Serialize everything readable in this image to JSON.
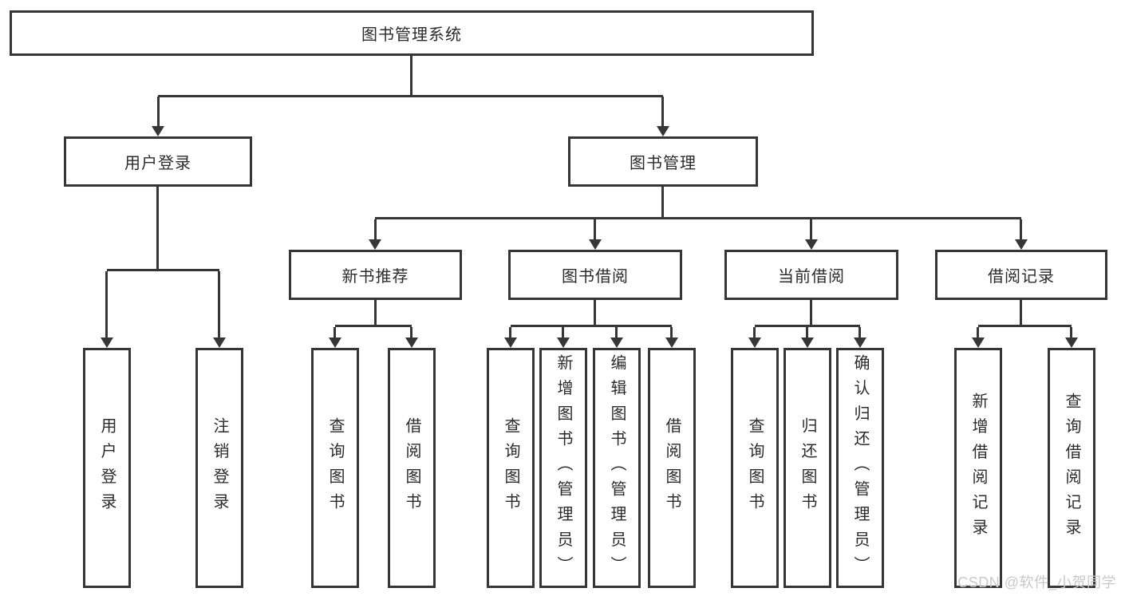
{
  "diagram": {
    "root": {
      "label": "图书管理系统"
    },
    "branches": {
      "user_login": {
        "label": "用户登录",
        "children": [
          "用户登录",
          "注销登录"
        ]
      },
      "book_mgmt": {
        "label": "图书管理",
        "children": {
          "new_books": {
            "label": "新书推荐",
            "children": [
              "查询图书",
              "借阅图书"
            ]
          },
          "borrowing": {
            "label": "图书借阅",
            "children": [
              "查询图书",
              "新增图书（管理员）",
              "编辑图书（管理员）",
              "借阅图书"
            ]
          },
          "current": {
            "label": "当前借阅",
            "children": [
              "查询图书",
              "归还图书",
              "确认归还（管理员）"
            ]
          },
          "records": {
            "label": "借阅记录",
            "children": [
              "新增借阅记录",
              "查询借阅记录"
            ]
          }
        }
      }
    },
    "watermark": "CSDN @软件_小贺同学",
    "colors": {
      "line": "#363636",
      "text": "#2b2b2b",
      "background": "#ffffff",
      "watermark": "#c9c9c9"
    }
  }
}
